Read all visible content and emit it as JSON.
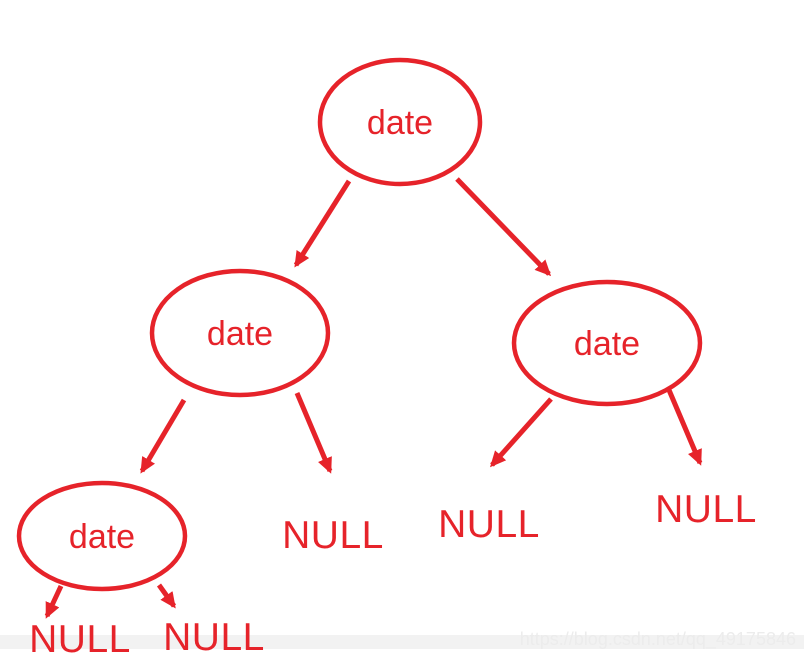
{
  "page": {
    "background_color": "#ffffff"
  },
  "tree": {
    "type": "binary-tree-diagram",
    "accent_color": "#e6232a",
    "nodes": [
      {
        "id": "root",
        "label": "date"
      },
      {
        "id": "left",
        "label": "date"
      },
      {
        "id": "right",
        "label": "date"
      },
      {
        "id": "left-left",
        "label": "date"
      }
    ],
    "null_labels": [
      "NULL",
      "NULL",
      "NULL",
      "NULL",
      "NULL"
    ]
  },
  "watermark": {
    "text": "https://blog.csdn.net/qq_49175846",
    "text_color": "#ececec",
    "band_color": "#f2f2f2"
  }
}
